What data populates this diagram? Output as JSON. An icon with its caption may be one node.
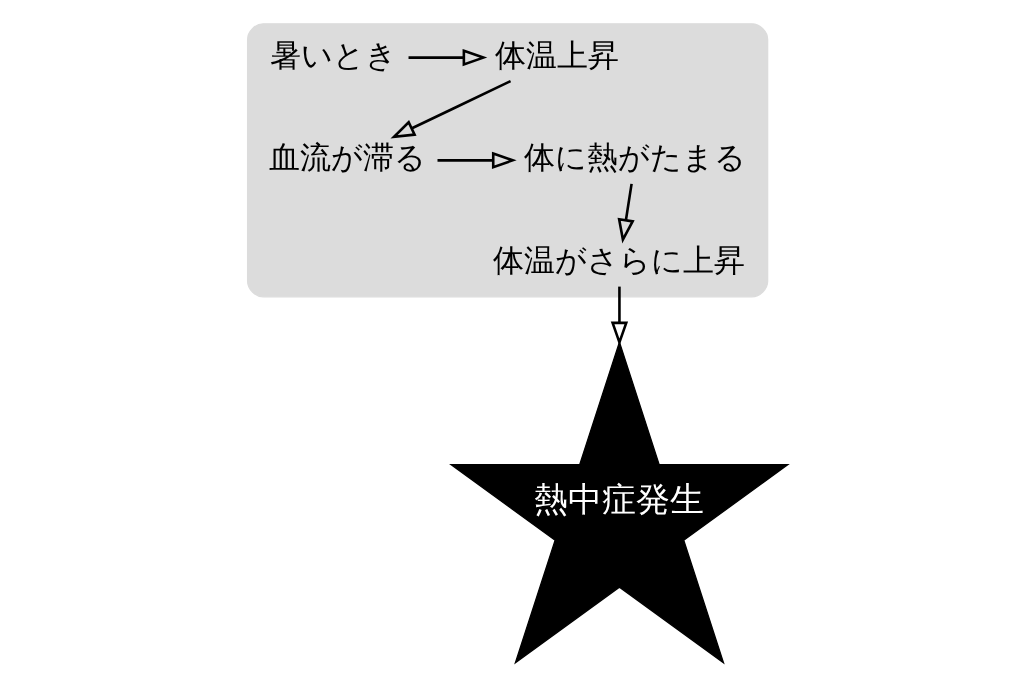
{
  "diagram": {
    "nodes": [
      {
        "text": [],
        "shape": "ellipse"
      },
      {
        "text": [
          "暑いとき"
        ],
        "in": 0
      },
      {
        "text": [
          "体温上昇"
        ],
        "in": 0
      },
      {
        "text": [
          "血流が滞る"
        ],
        "in": 0
      },
      {
        "text": [
          "体に熱がたまる"
        ],
        "in": 0
      },
      {
        "text": [
          "体温がさらに上昇"
        ],
        "in": 0
      },
      {
        "text": [
          "熱中症発生"
        ]
      }
    ],
    "edges": [
      {
        "from": 1,
        "to": 2,
        "arrow": "to"
      },
      {
        "from": 2,
        "to": 3,
        "arrow": "to"
      },
      {
        "from": 3,
        "to": 4,
        "arrow": "to"
      },
      {
        "from": 4,
        "to": 5,
        "arrow": "to"
      },
      {
        "from": 5,
        "to": 6,
        "arrow": "to"
      }
    ]
  }
}
